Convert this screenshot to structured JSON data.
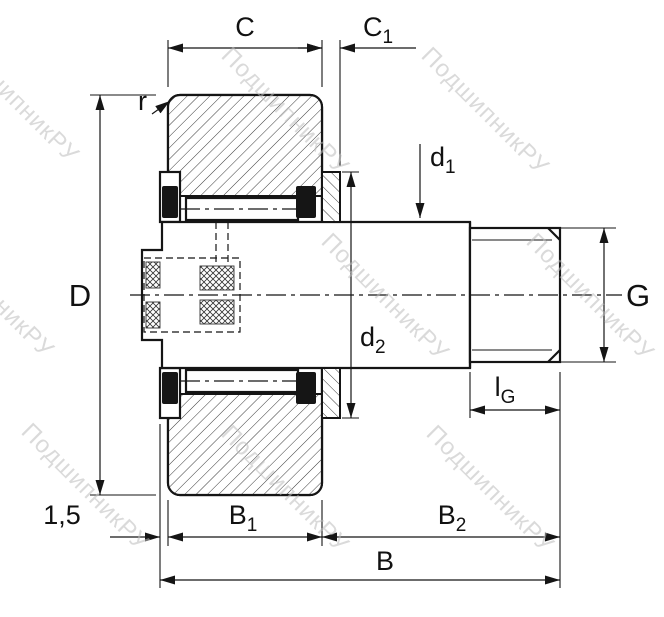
{
  "dims": {
    "C": "C",
    "C1": {
      "main": "C",
      "sub": "1"
    },
    "r": "r",
    "D": "D",
    "d1": {
      "main": "d",
      "sub": "1"
    },
    "d2": {
      "main": "d",
      "sub": "2"
    },
    "G": "G",
    "lG": {
      "main": "l",
      "sub": "G"
    },
    "B1": {
      "main": "B",
      "sub": "1"
    },
    "B2": {
      "main": "B",
      "sub": "2"
    },
    "B": "B",
    "offset": "1,5"
  },
  "watermark": {
    "text": "ПодшипникРУ",
    "color": "#bdbdbd"
  },
  "colors": {
    "line": "#151515",
    "background": "#ffffff"
  }
}
